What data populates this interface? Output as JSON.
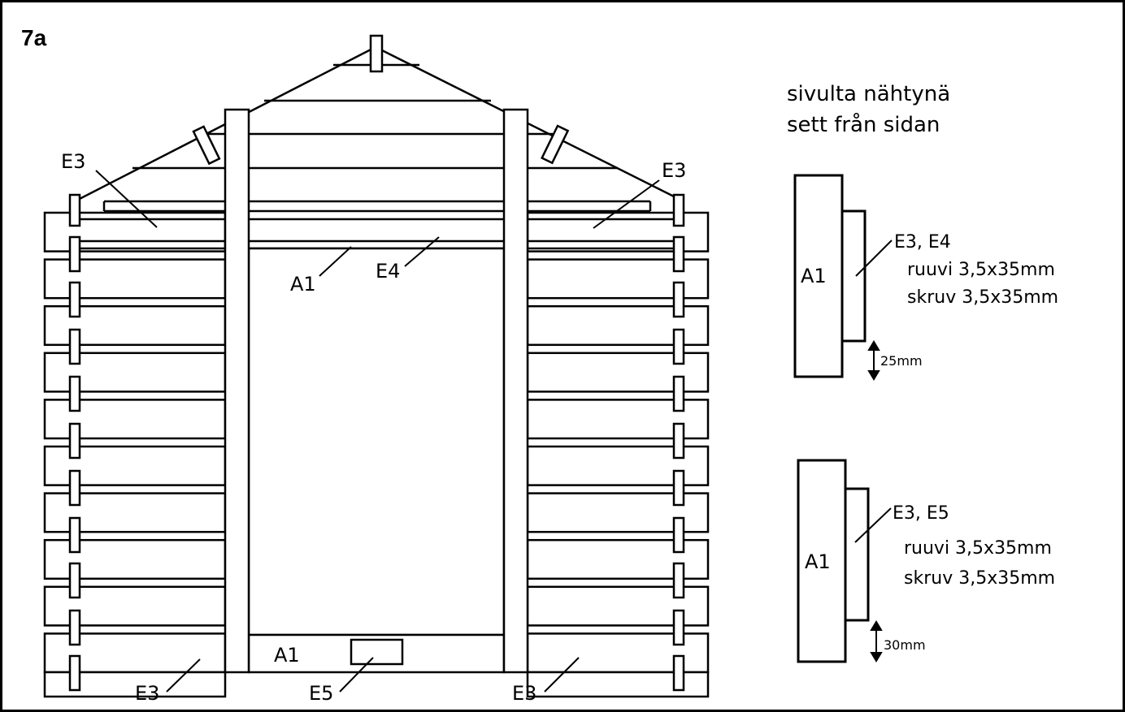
{
  "step_label": "7a",
  "view_caption": {
    "fi": "sivulta nähtynä",
    "sv": "sett från sidan"
  },
  "front_labels": {
    "top_left": "E3",
    "top_right": "E3",
    "upper_center_left": "A1",
    "upper_center_right": "E4",
    "bottom_left": "E3",
    "bottom_center_a1": "A1",
    "bottom_center_e5": "E5",
    "bottom_right": "E3"
  },
  "detail_top": {
    "part": "A1",
    "pieces": "E3, E4",
    "screw_fi": "ruuvi 3,5x35mm",
    "screw_sv": "skruv 3,5x35mm",
    "offset": "25mm"
  },
  "detail_bottom": {
    "part": "A1",
    "pieces": "E3, E5",
    "screw_fi": "ruuvi 3,5x35mm",
    "screw_sv": "skruv 3,5x35mm",
    "offset": "30mm"
  },
  "colors": {
    "line": "#000000",
    "background": "#ffffff"
  }
}
